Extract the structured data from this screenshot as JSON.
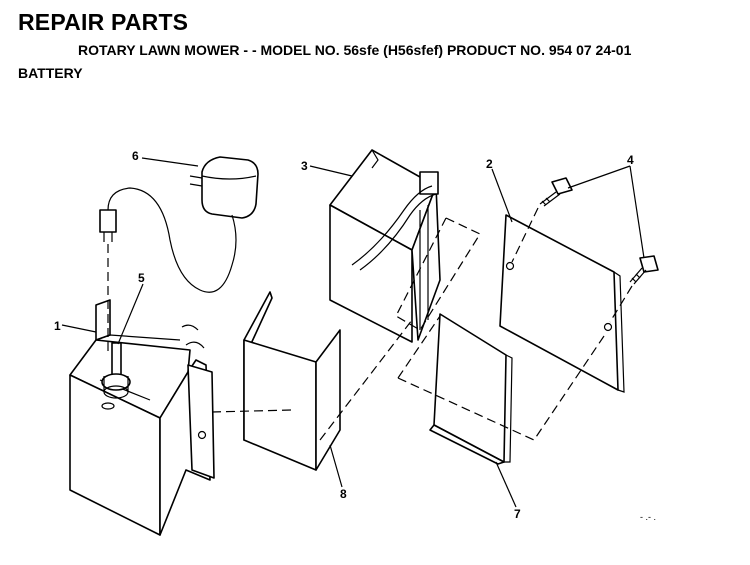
{
  "header": {
    "title": "REPAIR PARTS",
    "subtitle": "ROTARY LAWN MOWER - - MODEL NO. 56sfe (H56sfef) PRODUCT NO. 954 07 24-01",
    "section": "BATTERY"
  },
  "callouts": [
    {
      "id": "1",
      "label": "1"
    },
    {
      "id": "2",
      "label": "2"
    },
    {
      "id": "3",
      "label": "3"
    },
    {
      "id": "4",
      "label": "4"
    },
    {
      "id": "5",
      "label": "5"
    },
    {
      "id": "6",
      "label": "6"
    },
    {
      "id": "7",
      "label": "7"
    },
    {
      "id": "8",
      "label": "8"
    }
  ],
  "footer_marks": "- .- ."
}
